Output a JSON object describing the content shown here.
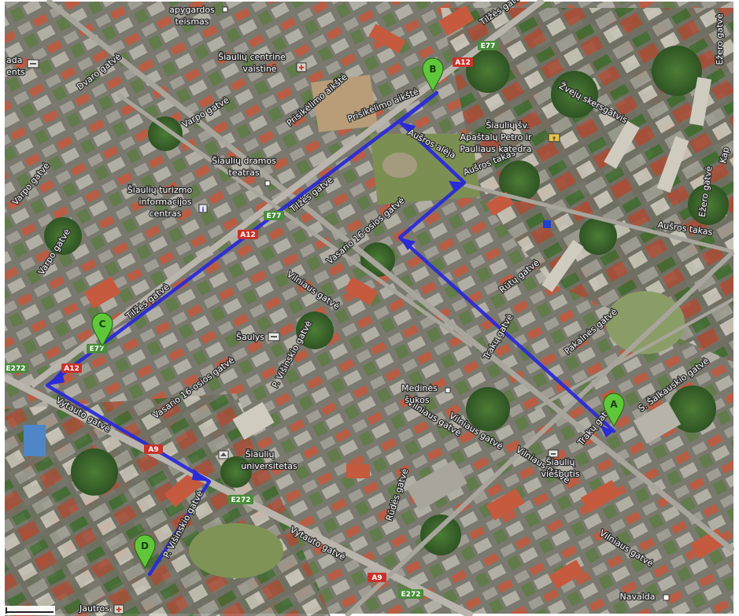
{
  "colors": {
    "route": "#2a2ad8",
    "pin": "#5fc83a",
    "shield_green": "#4a8d3a",
    "shield_red": "#c9322a",
    "roof_red": "#c65a3e",
    "grass": "#6f8f4a",
    "tree": "#3e6a2e",
    "road": "#b9b5ac"
  },
  "streets": [
    "Tilžės gatvė",
    "Tilžės gatvė",
    "Tilžės gatvė",
    "Vytauto gatvė",
    "Vytauto gatvė",
    "Vasario 16-osios gatvė",
    "Vasario 16-osios gatvė",
    "Aušros alėja",
    "Aušros takas",
    "Aušros takas",
    "Trakų gatvė",
    "Trakų gatvė",
    "Pakalnės gatvė",
    "Rūtų gatvė",
    "P. Višinskio gatvė",
    "P. Višinskio gatvė",
    "Vilniaus gatvė",
    "Vilniaus gatvė",
    "Vilniaus gatvė",
    "Vilniaus gatvė",
    "Vilniaus gatvė",
    "Prisikėlimo aikštė",
    "Prisikėlimo aikštė",
    "Dvaro gatvė",
    "Varpo gatvė",
    "Varpo gatvė",
    "Varpo gatvė",
    "Žvejų skersgatvis",
    "S. Šalkauskio gatvė",
    "Ežero gatvė",
    "Ežero gatvė",
    "Rūdės gatvė",
    "Kap"
  ],
  "pois": [
    "apygardos",
    "teismas",
    "Šiaulių centrinė",
    "vaistinė",
    "Šiaulių dramos",
    "teatras",
    "Šiaulių turizmo",
    "informacijos",
    "centras",
    "Šiaulių šv.",
    "Apaštalų Petro ir",
    "Pauliaus katedra",
    "Šaulys",
    "Medinės",
    "šukos",
    "Šiaulių",
    "universitetas",
    "Šiaulių",
    "viešbutis",
    "Navalda",
    "Jautros",
    "ada",
    "ents"
  ],
  "shields": [
    "E77",
    "A12",
    "E77",
    "A12",
    "E77",
    "A12",
    "E272",
    "A9",
    "E272",
    "A9",
    "E272"
  ],
  "markers": [
    "A",
    "B",
    "C",
    "D"
  ]
}
